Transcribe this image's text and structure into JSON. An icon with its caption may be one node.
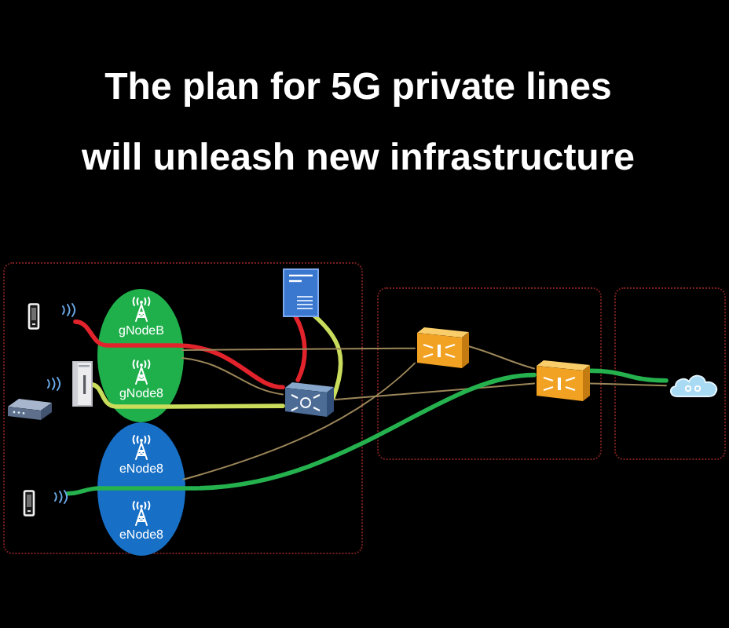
{
  "diagram": {
    "title": "The plan for 5G private lines will unleash new infrastructure",
    "nodes": [
      {
        "text": [],
        "shape": "box"
      },
      {
        "text": [],
        "shape": "phone",
        "in": 0
      },
      {
        "text": [],
        "shape": "ellipse",
        "in": 0
      },
      {
        "text": [
          "gNodeB"
        ],
        "in": 2
      },
      {
        "text": [
          "gNode8"
        ],
        "in": 2
      },
      {
        "text": [],
        "shape": "router",
        "in": 0
      },
      {
        "text": [],
        "shape": "modem",
        "in": 0
      },
      {
        "text": [],
        "shape": "ellipse",
        "in": 0
      },
      {
        "text": [
          "eNode8"
        ],
        "in": 7
      },
      {
        "text": [
          "eNode8"
        ],
        "in": 7
      },
      {
        "text": [],
        "shape": "phone",
        "in": 0
      },
      {
        "text": [],
        "shape": "server",
        "in": 0
      },
      {
        "text": [],
        "shape": "switch",
        "in": 0
      },
      {
        "text": [],
        "shape": "box"
      },
      {
        "text": [],
        "shape": "switch",
        "in": 13
      },
      {
        "text": [],
        "shape": "switch",
        "in": 13
      },
      {
        "text": [],
        "shape": "box"
      },
      {
        "text": [],
        "shape": "cloud",
        "in": 16
      }
    ],
    "edges": [
      {
        "from": 1,
        "to": 12,
        "arrow": "none",
        "style": "thick",
        "color": "#e3232c"
      },
      {
        "from": 11,
        "to": 12,
        "arrow": "none",
        "style": "thick",
        "color": "#e3232c"
      },
      {
        "from": 5,
        "to": 12,
        "arrow": "none",
        "style": "thick",
        "color": "#c9dc5c"
      },
      {
        "from": 11,
        "to": 12,
        "arrow": "none",
        "style": "thick",
        "color": "#c9dc5c"
      },
      {
        "from": 2,
        "to": 14,
        "arrow": "none"
      },
      {
        "from": 2,
        "to": 12,
        "arrow": "none"
      },
      {
        "from": 7,
        "to": 14,
        "arrow": "none"
      },
      {
        "from": 12,
        "to": 15,
        "arrow": "none"
      },
      {
        "from": 14,
        "to": 15,
        "arrow": "none"
      },
      {
        "from": 15,
        "to": 17,
        "arrow": "none"
      },
      {
        "from": 10,
        "to": 15,
        "arrow": "none",
        "style": "thick",
        "color": "#25b14e"
      },
      {
        "from": 15,
        "to": 17,
        "arrow": "none",
        "style": "thick",
        "color": "#25b14e"
      }
    ]
  }
}
